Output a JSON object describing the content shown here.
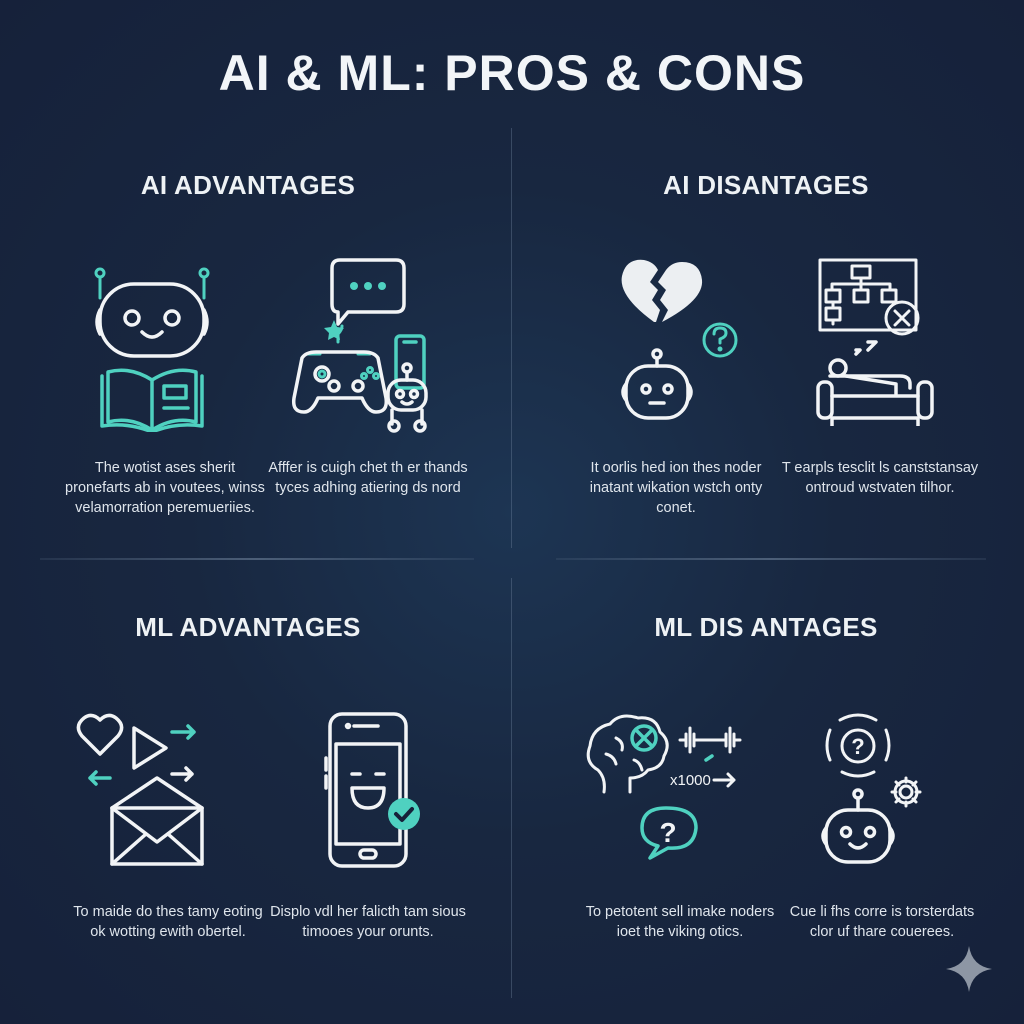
{
  "title": "AI & ML: PROS & CONS",
  "colors": {
    "accent": "#4fd1c0",
    "stroke": "#f2f4f6",
    "background": "#182740"
  },
  "sections": [
    {
      "heading": "AI ADVANTAGES",
      "items": [
        {
          "icon": "robot-reading-book-icon",
          "text": "The wotist ases sherit pronefarts ab in voutees, winss velamorration peremueriies."
        },
        {
          "icon": "chat-gamepad-robot-phone-icon",
          "text": "Afffer is cuigh chet th er thands tyces adhing atiering ds nord"
        }
      ]
    },
    {
      "heading": "AI DISANTAGES",
      "items": [
        {
          "icon": "broken-heart-confused-robot-icon",
          "text": "It oorlis hed ion thes noder inatant wikation wstch onty conet."
        },
        {
          "icon": "flowchart-error-sleeping-person-icon",
          "text": "T earpls tesclit ls canststansay ontroud wstvaten tilhor."
        }
      ]
    },
    {
      "heading": "ML ADVANTAGES",
      "items": [
        {
          "icon": "heart-play-arrows-envelope-icon",
          "text": "To maide do thes tamy eoting ok wotting ewith obertel."
        },
        {
          "icon": "smiling-phone-check-icon",
          "text": "Displo vdl her falicth tam sious timooes your orunts."
        }
      ]
    },
    {
      "heading": "ML DIS ANTAGES",
      "items": [
        {
          "icon": "brain-dumbbell-question-icon",
          "text": "To petotent sell imake noders ioet the viking otics.",
          "label": "x1000"
        },
        {
          "icon": "question-gear-robot-icon",
          "text": "Cue li fhs corre is torsterdats clor uf thare couerees."
        }
      ]
    }
  ]
}
